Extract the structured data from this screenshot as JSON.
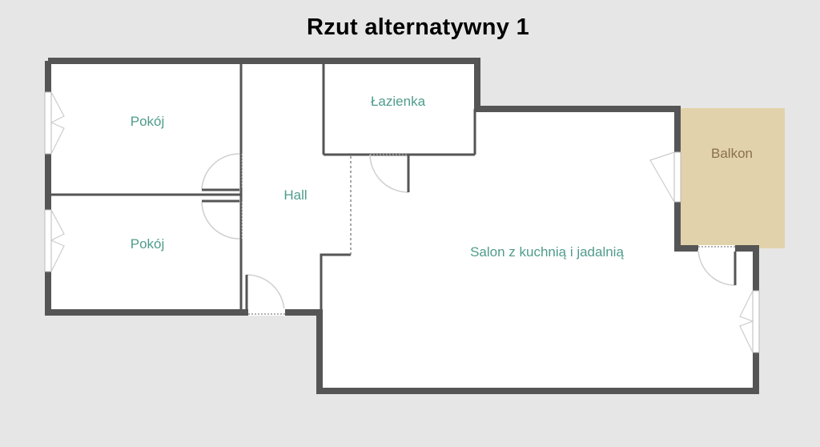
{
  "title": "Rzut alternatywny 1",
  "colors": {
    "background": "#e6e6e6",
    "wall": "#555555",
    "floor": "#ffffff",
    "balcony": "#e2d2ab",
    "label": "#4f9c8c",
    "balcony_label": "#8a7050"
  },
  "rooms": [
    {
      "id": "pokoj-1",
      "label": "Pokój"
    },
    {
      "id": "pokoj-2",
      "label": "Pokój"
    },
    {
      "id": "hall",
      "label": "Hall"
    },
    {
      "id": "lazienka",
      "label": "Łazienka"
    },
    {
      "id": "salon",
      "label": "Salon z kuchnią i jadalnią"
    },
    {
      "id": "balkon",
      "label": "Balkon"
    }
  ]
}
